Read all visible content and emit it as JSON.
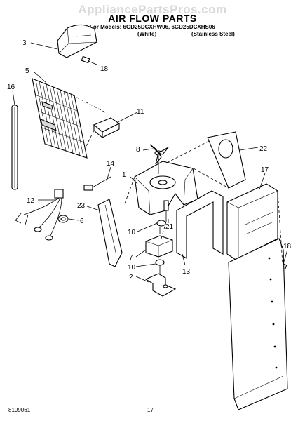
{
  "header": {
    "watermark": "AppliancePartsPros.com",
    "title": "AIR FLOW PARTS",
    "models": "For Models: 6GD25DCXHW06, 6GD25DCXHS06",
    "variant_white": "(White)",
    "variant_steel": "(Stainless Steel)"
  },
  "footer": {
    "doc_number": "8199061",
    "page_number": "17"
  },
  "callouts": {
    "c1": "1",
    "c2": "2",
    "c3": "3",
    "c5": "5",
    "c6": "6",
    "c7": "7",
    "c8": "8",
    "c10a": "10",
    "c10b": "10",
    "c11": "11",
    "c12": "12",
    "c13": "13",
    "c14": "14",
    "c16": "16",
    "c17": "17",
    "c18a": "18",
    "c18b": "18",
    "c21": "21",
    "c22": "22",
    "c23": "23"
  }
}
